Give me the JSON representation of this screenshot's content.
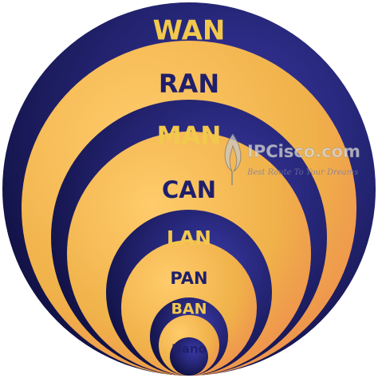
{
  "diagram": {
    "labels": [
      "WAN",
      "RAN",
      "MAN",
      "CAN",
      "LAN",
      "PAN",
      "BAN",
      "Nano"
    ],
    "colors": {
      "dark": "#22226e",
      "dark_edge": "#0e0e3c",
      "dark_light": "#3a3aa8",
      "orange": "#f0b24a",
      "orange_light": "#ffcb6b",
      "orange_deep": "#ee8a4e",
      "label_on_dark": "#f2c94c",
      "label_on_light": "#1f1f6b"
    }
  },
  "watermark": {
    "brand": "IPCisco.com",
    "slogan": "Best Route To Your Dreams"
  }
}
